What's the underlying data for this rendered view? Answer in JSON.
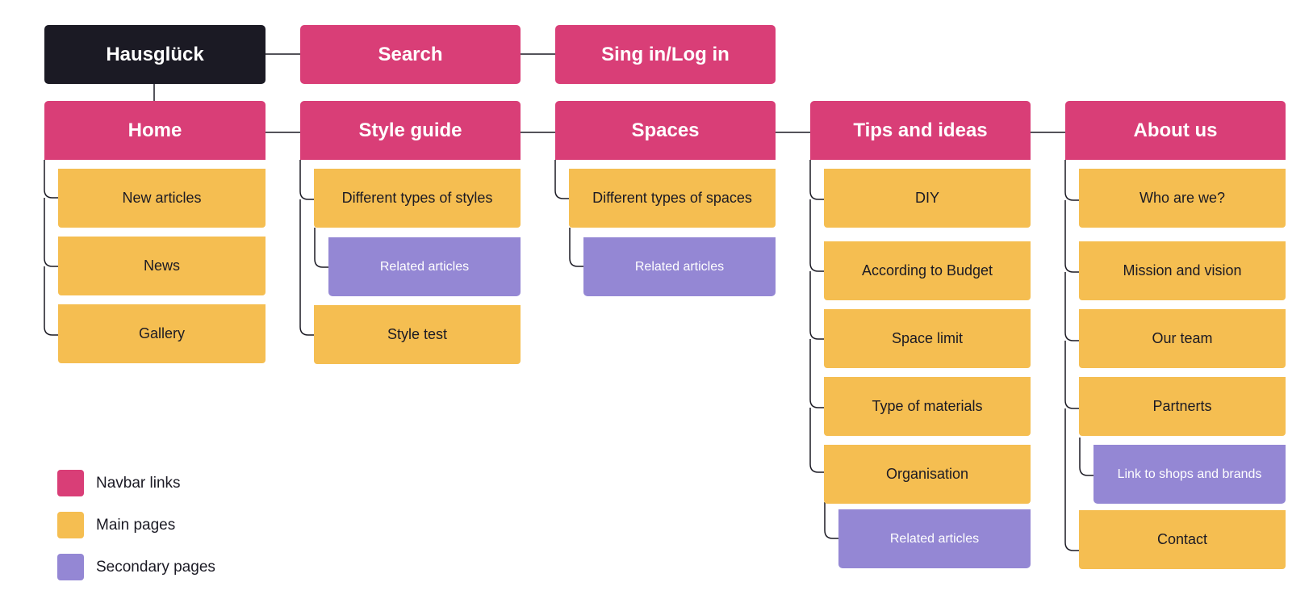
{
  "colors": {
    "brand": "#1B1A24",
    "navbar": "#D93E77",
    "main": "#F5BE51",
    "secondary": "#9487D4",
    "line": "#1B1A24"
  },
  "top_bar": {
    "brand": "Hausglück",
    "search": "Search",
    "signin": "Sing in/Log in"
  },
  "nav": {
    "home": "Home",
    "style_guide": "Style guide",
    "spaces": "Spaces",
    "tips": "Tips and ideas",
    "about": "About us"
  },
  "home": {
    "new_articles": "New articles",
    "news": "News",
    "gallery": "Gallery"
  },
  "style_guide": {
    "types": "Different types of styles",
    "related": "Related articles",
    "test": "Style test"
  },
  "spaces": {
    "types": "Different types of spaces",
    "related": "Related articles"
  },
  "tips": {
    "diy": "DIY",
    "budget": "According to Budget",
    "space_limit": "Space limit",
    "materials": "Type of materials",
    "organisation": "Organisation",
    "related": "Related articles"
  },
  "about": {
    "who": "Who are we?",
    "mission": "Mission and vision",
    "team": "Our team",
    "partners": "Partnerts",
    "shops": "Link to shops and brands",
    "contact": "Contact"
  },
  "legend": {
    "navbar": "Navbar links",
    "main": "Main pages",
    "secondary": "Secondary pages"
  }
}
